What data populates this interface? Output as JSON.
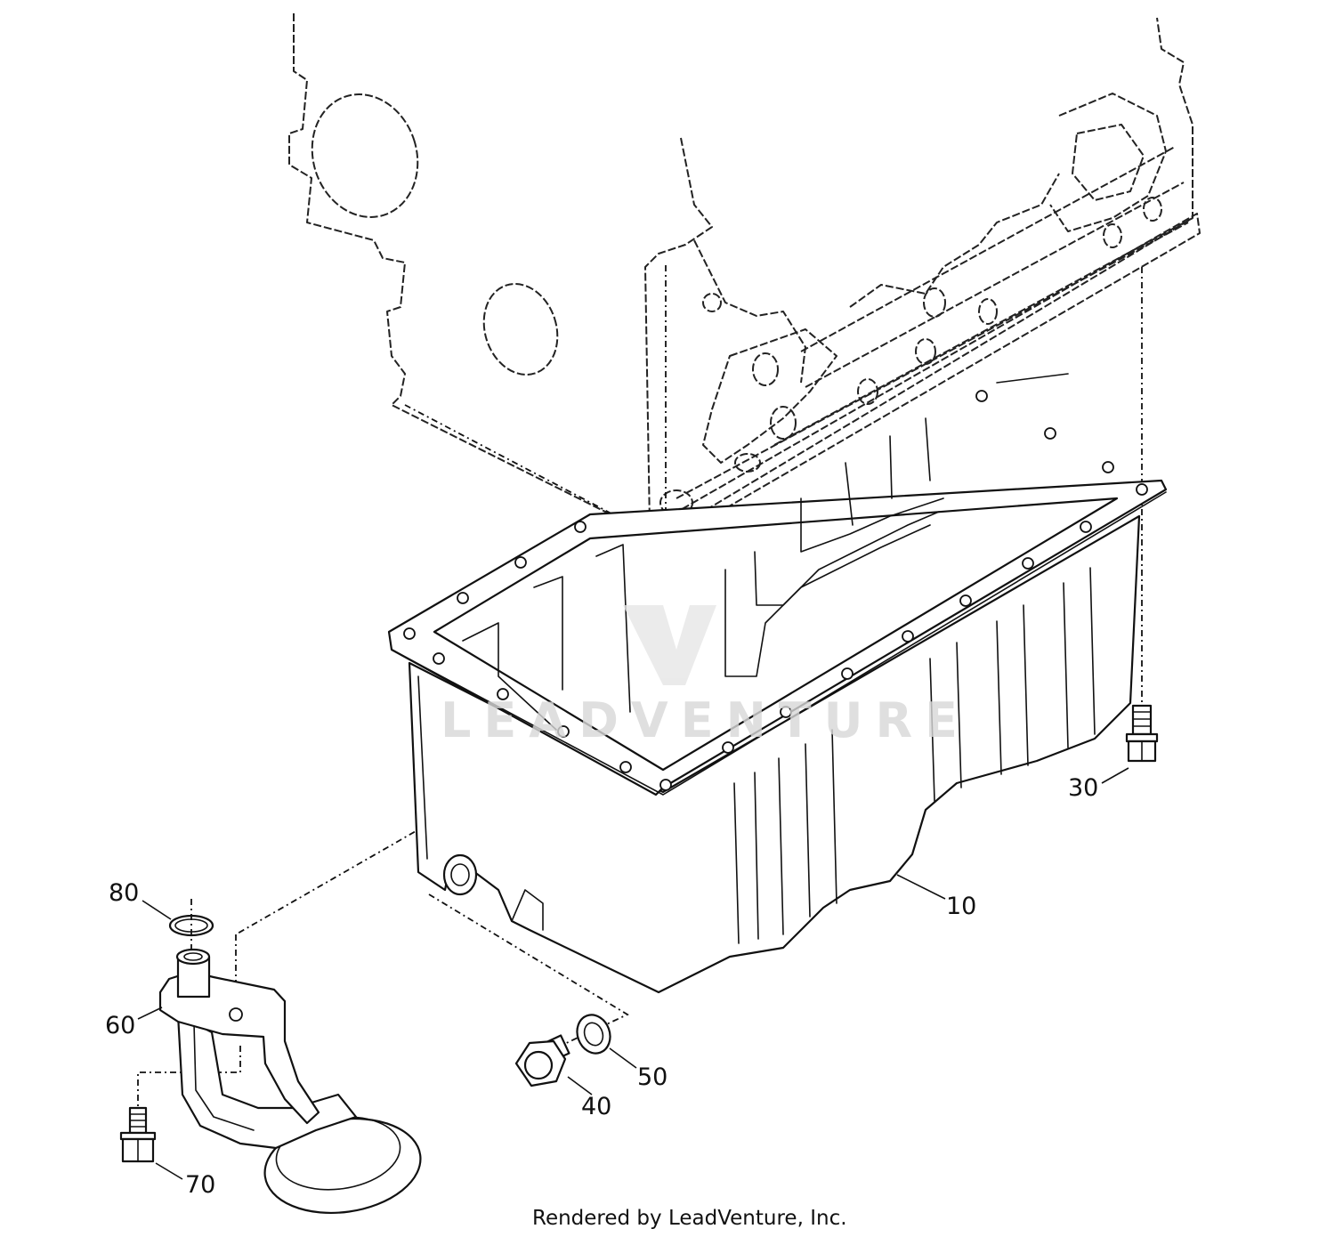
{
  "callouts": {
    "p10": "10",
    "p30": "30",
    "p40": "40",
    "p50": "50",
    "p60": "60",
    "p70": "70",
    "p80": "80"
  },
  "watermark": {
    "text": "LEADVENTURE"
  },
  "footer": {
    "text": "Rendered by LeadVenture, Inc."
  }
}
